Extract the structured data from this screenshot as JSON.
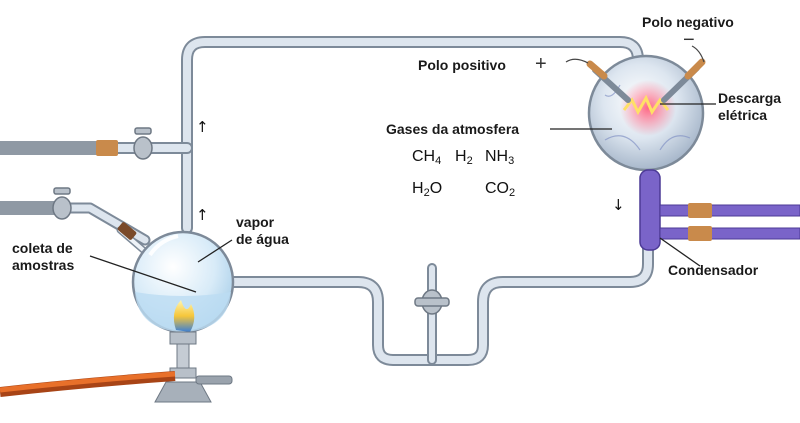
{
  "labels": {
    "negative_pole": "Polo negativo",
    "negative_sign": "−",
    "positive_pole": "Polo positivo",
    "positive_sign": "+",
    "discharge_line1": "Descarga",
    "discharge_line2": "elétrica",
    "gases": "Gases da atmosfera",
    "vapor_line1": "vapor",
    "vapor_line2": "de água",
    "sampling_line1": "coleta de",
    "sampling_line2": "amostras",
    "condenser": "Condensador"
  },
  "gases": [
    {
      "base": "CH",
      "sub": "4"
    },
    {
      "base": "H",
      "sub": "2"
    },
    {
      "base": "NH",
      "sub": "3"
    },
    {
      "base": "H",
      "sub": "2",
      "tail": "O"
    },
    {
      "base": "CO",
      "sub": "2"
    }
  ],
  "arrows": {
    "up": "↑",
    "down": "↓"
  },
  "colors": {
    "glass_tube": "#d6dee8",
    "glass_outline": "#7d8a99",
    "flask_water": "#cfe6f6",
    "condenser": "#7a64c9",
    "gas_hose": "#e0641e",
    "spark": "#ffd54a",
    "metal": "#9aa3ad"
  }
}
